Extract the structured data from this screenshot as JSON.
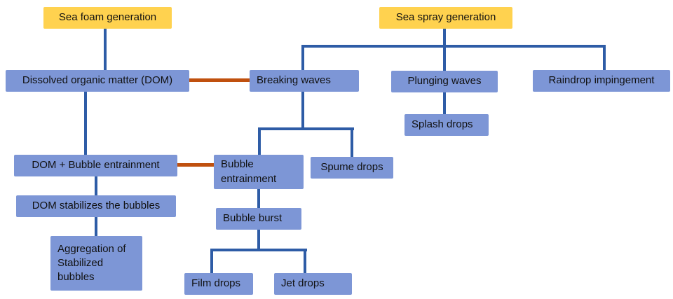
{
  "colors": {
    "yellow_node": "#FFD24F",
    "blue_node": "#7D96D6",
    "line_blue": "#2E5CA6",
    "line_orange": "#C0500E"
  },
  "diagram": {
    "nodes": {
      "sea_foam": "Sea foam generation",
      "sea_spray": "Sea spray generation",
      "dom": "Dissolved organic matter (DOM)",
      "breaking_waves": "Breaking waves",
      "plunging_waves": "Plunging waves",
      "raindrop": "Raindrop impingement",
      "splash_drops": "Splash drops",
      "dom_bubble": "DOM + Bubble entrainment",
      "bubble_entrainment": "Bubble\nentrainment",
      "spume_drops": "Spume drops",
      "dom_stabilizes": "DOM stabilizes the bubbles",
      "bubble_burst": "Bubble burst",
      "aggregation": "Aggregation of\nStabilized\nbubbles",
      "film_drops": "Film drops",
      "jet_drops": "Jet drops"
    }
  }
}
